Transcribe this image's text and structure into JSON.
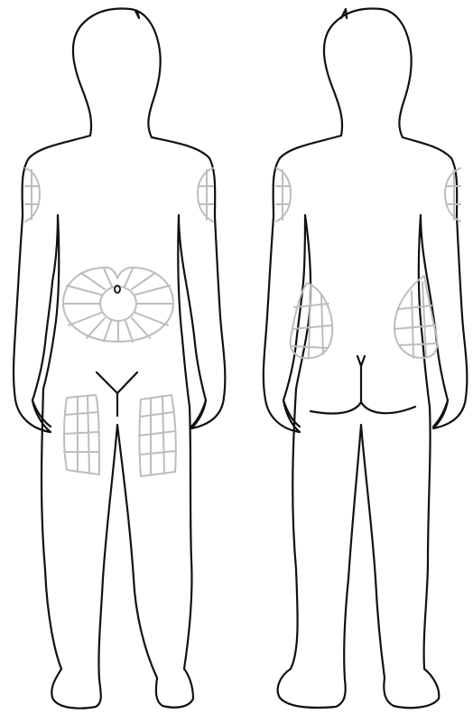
{
  "figure": {
    "views": [
      {
        "name": "front-view",
        "zones": [
          "left-upper-arm",
          "right-upper-arm",
          "abdomen",
          "left-thigh",
          "right-thigh"
        ]
      },
      {
        "name": "back-view",
        "zones": [
          "left-upper-arm",
          "right-upper-arm",
          "left-buttock",
          "right-buttock"
        ]
      }
    ],
    "colors": {
      "outline": "#111111",
      "zone": "#bdbdbd",
      "background": "#ffffff"
    }
  }
}
